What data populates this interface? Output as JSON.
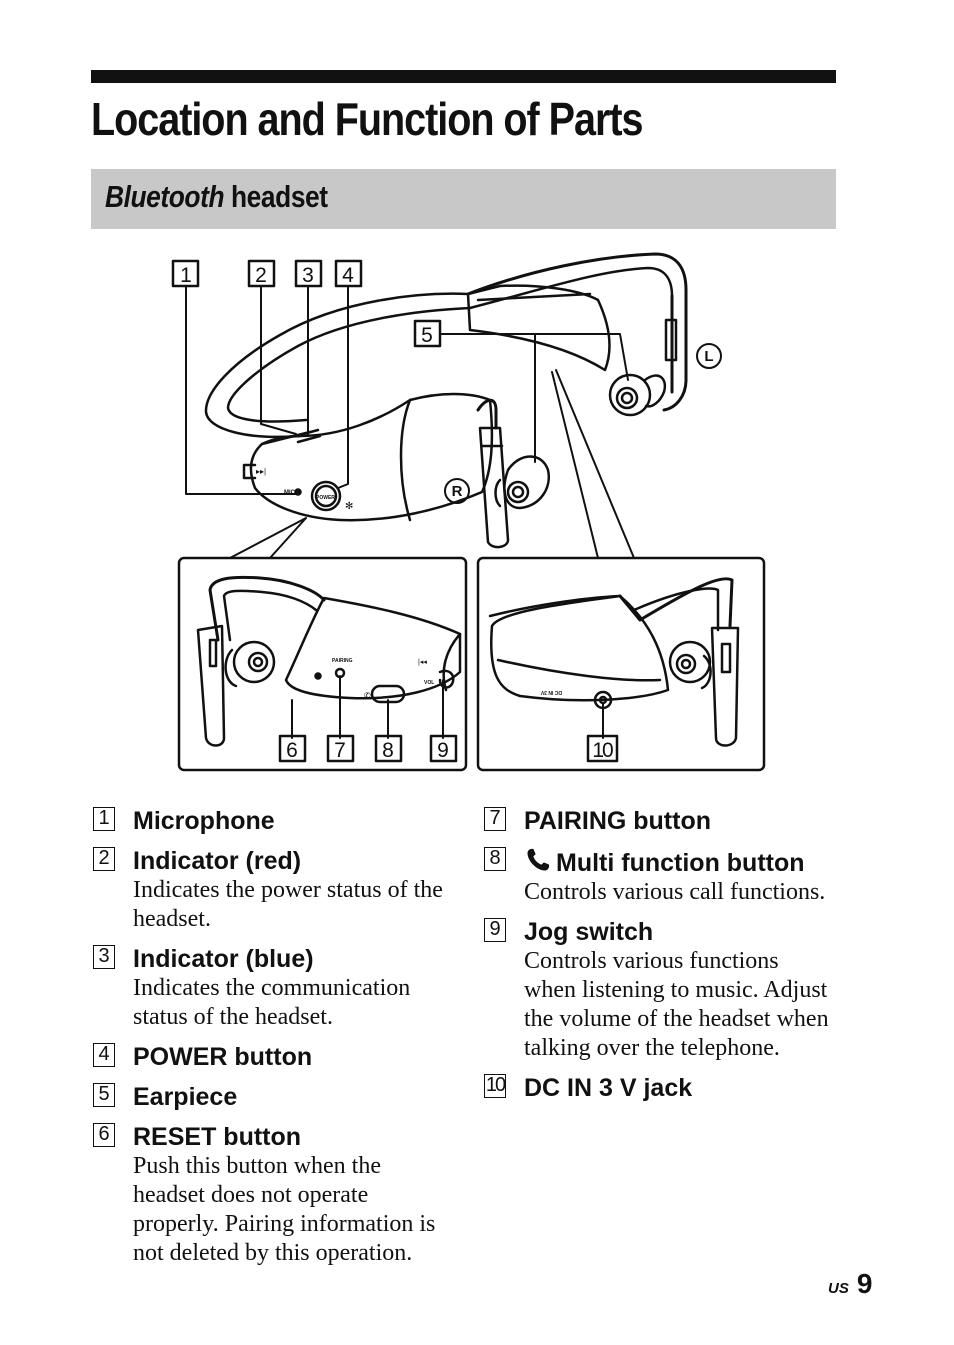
{
  "page": {
    "title": "Location and Function of Parts",
    "section_title_italic": "Bluetooth",
    "section_title_rest": " headset",
    "page_label": "US",
    "page_number": "9"
  },
  "figure": {
    "callouts": [
      "1",
      "2",
      "3",
      "4",
      "5",
      "6",
      "7",
      "8",
      "9",
      "10"
    ],
    "side_left": "L",
    "side_right": "R",
    "tiny_labels": {
      "mic": "MIC",
      "power": "POWER",
      "pairing": "PAIRING",
      "vol": "VOL",
      "dcin": "DC IN 3V"
    }
  },
  "parts": [
    {
      "num": "1",
      "name": "Microphone",
      "desc": ""
    },
    {
      "num": "2",
      "name": "Indicator (red)",
      "desc": "Indicates the power status of the headset."
    },
    {
      "num": "3",
      "name": "Indicator (blue)",
      "desc": "Indicates the communication status of the headset."
    },
    {
      "num": "4",
      "name": "POWER button",
      "desc": ""
    },
    {
      "num": "5",
      "name": "Earpiece",
      "desc": ""
    },
    {
      "num": "6",
      "name": "RESET button",
      "desc": "Push this button when the headset does not operate properly. Pairing information is not deleted by this operation."
    },
    {
      "num": "7",
      "name": "PAIRING button",
      "desc": ""
    },
    {
      "num": "8",
      "name": "Multi function button",
      "desc": "Controls various call functions.",
      "icon": "phone-icon"
    },
    {
      "num": "9",
      "name": "Jog switch",
      "desc": "Controls various functions when listening to music. Adjust the volume of the headset when talking over the telephone."
    },
    {
      "num": "10",
      "name": "DC IN 3 V jack",
      "desc": ""
    }
  ]
}
